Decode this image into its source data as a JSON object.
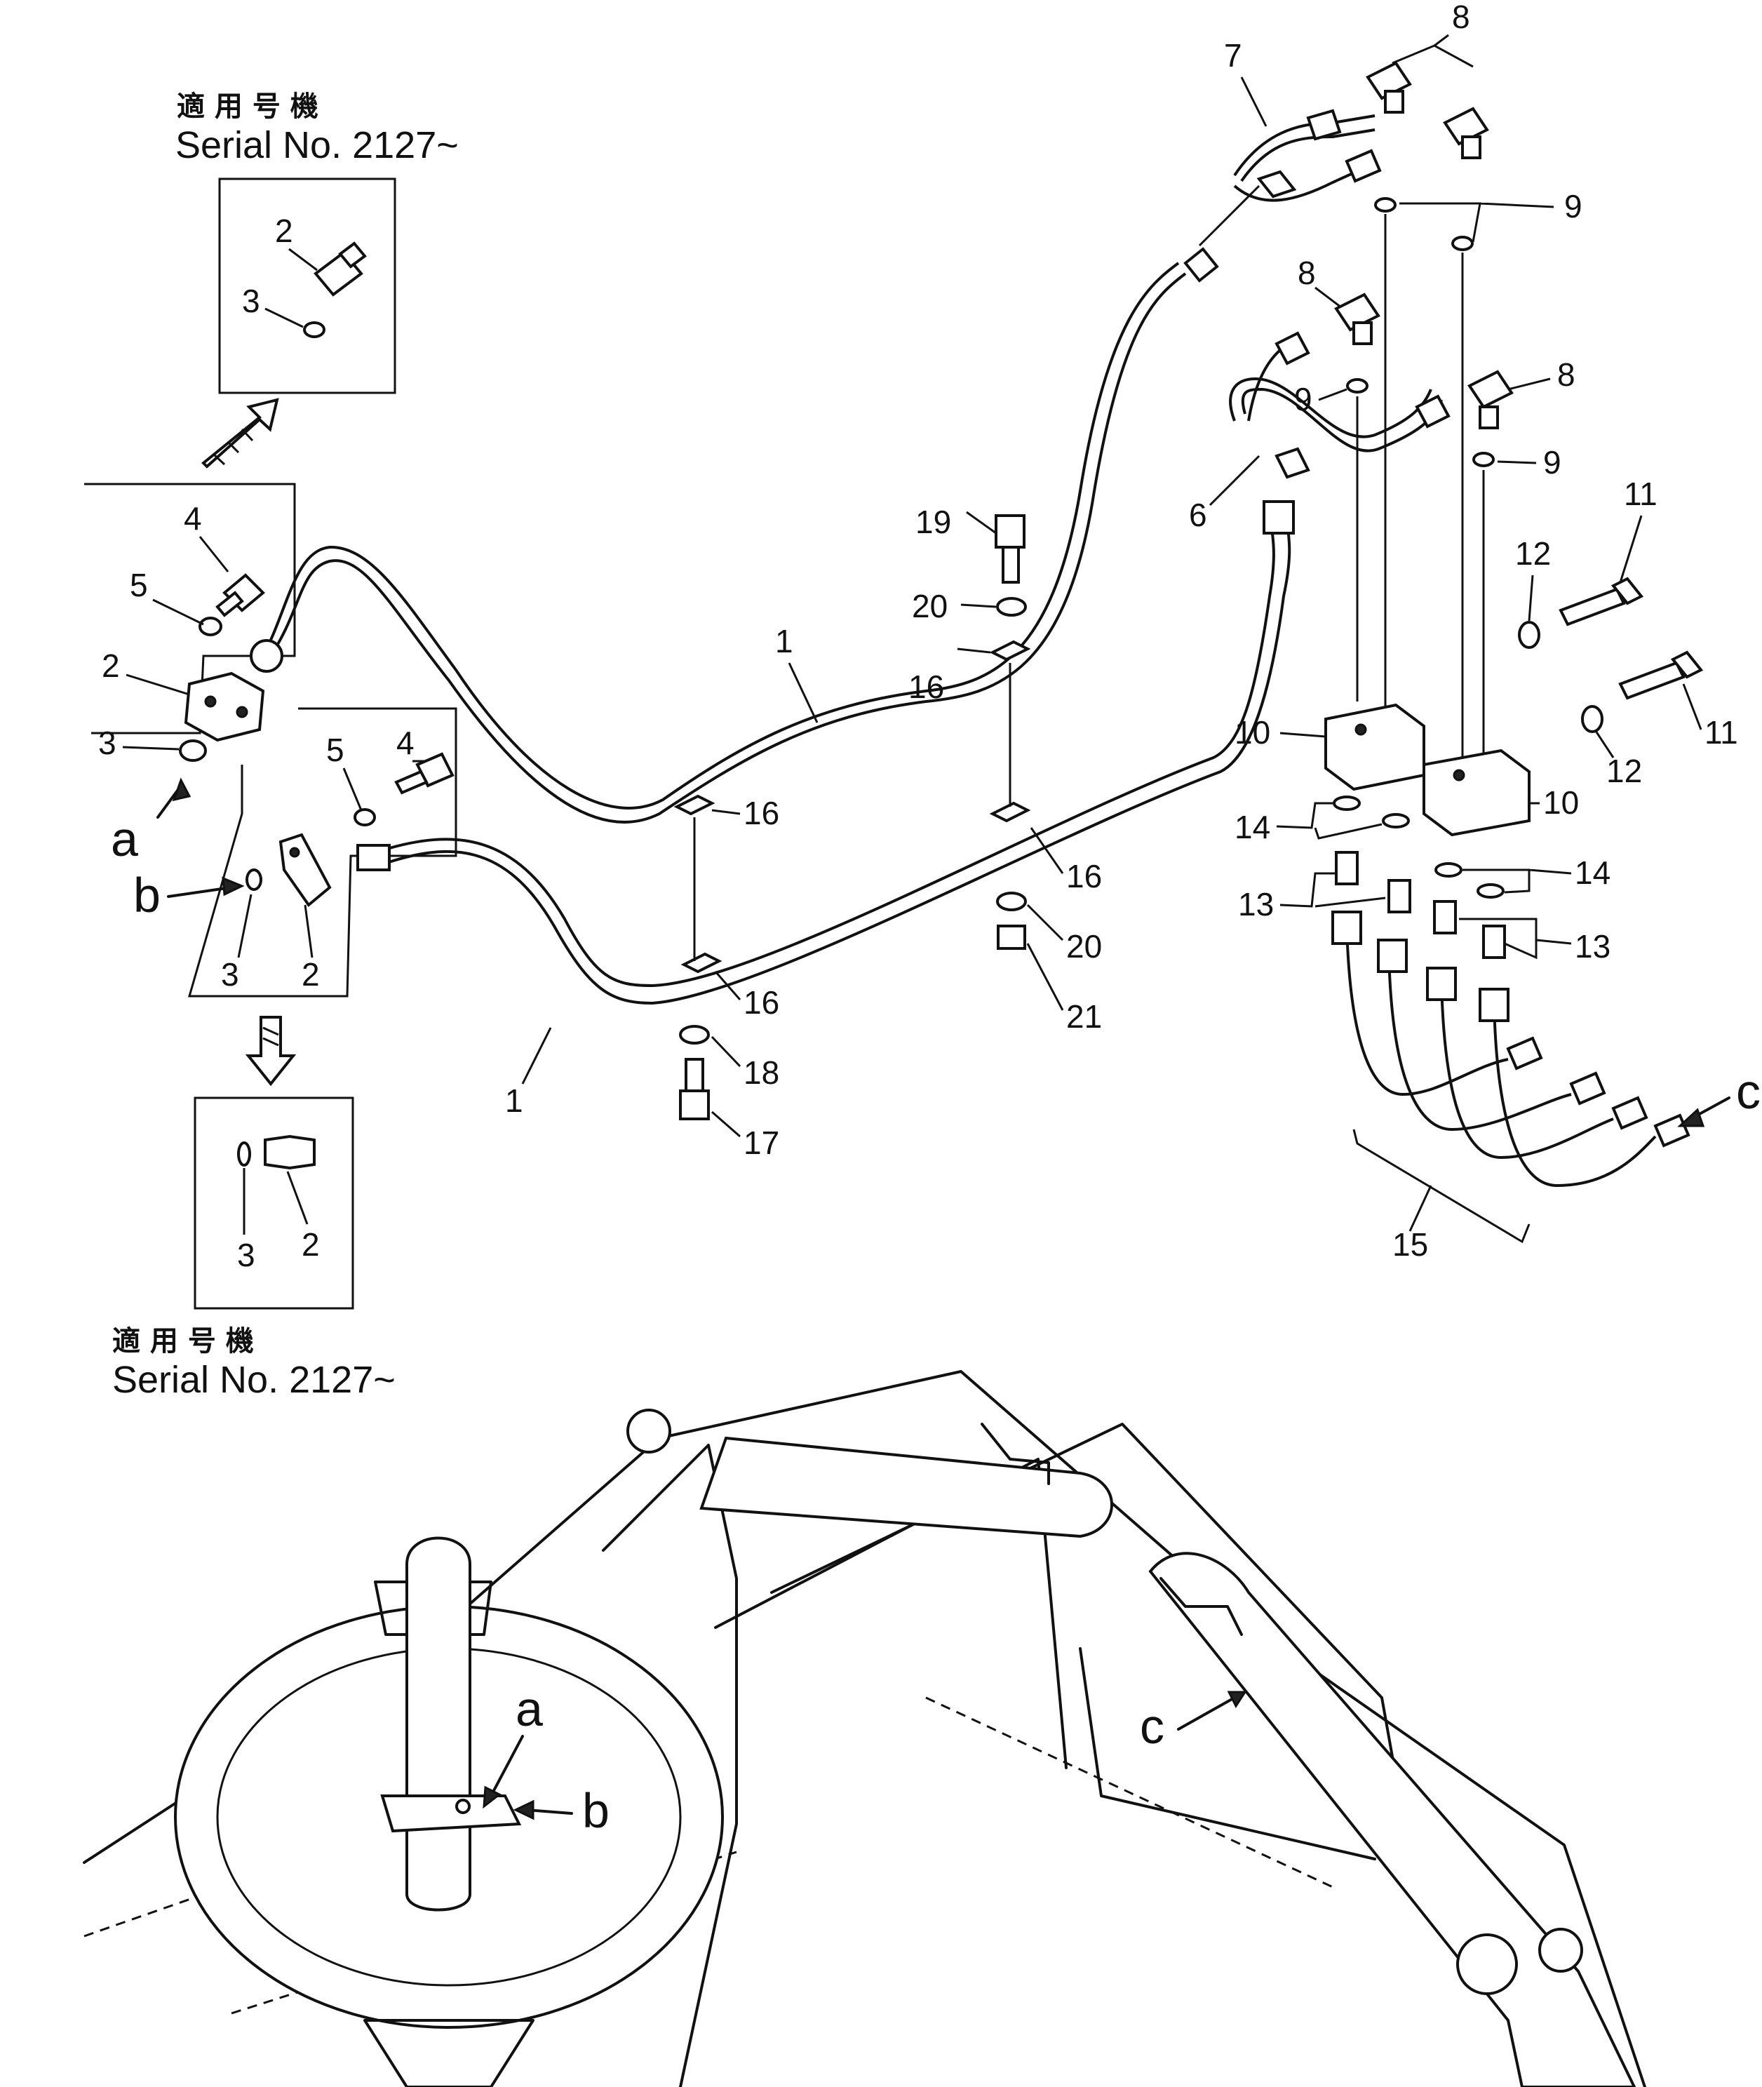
{
  "header_top": {
    "japanese": "適 用 号 機",
    "serial": "Serial No. 2127~"
  },
  "header_bottom": {
    "japanese": "適 用 号 機",
    "serial": "Serial No. 2127~"
  },
  "callouts": {
    "n1a": "1",
    "n1b": "1",
    "n2_inset_top": "2",
    "n3_inset_top": "3",
    "n4a": "4",
    "n5a": "5",
    "n2a": "2",
    "n3a": "3",
    "n4b": "4",
    "n5b": "5",
    "n3b": "3",
    "n2b": "2",
    "n2_inset_bottom": "2",
    "n3_inset_bottom": "3",
    "n6": "6",
    "n7": "7",
    "n8_top": "8",
    "n8_mid": "8",
    "n8_right": "8",
    "n9_top": "9",
    "n9_mid": "9",
    "n9_right": "9",
    "n10a": "10",
    "n10b": "10",
    "n11a": "11",
    "n11b": "11",
    "n12a": "12",
    "n12b": "12",
    "n13a": "13",
    "n13b": "13",
    "n14a": "14",
    "n14b": "14",
    "n15": "15",
    "n16a": "16",
    "n16b": "16",
    "n16c": "16",
    "n16d": "16",
    "n17": "17",
    "n18": "18",
    "n19": "19",
    "n20a": "20",
    "n20b": "20",
    "n21": "21"
  },
  "refs": {
    "a_detail": "a",
    "b_detail": "b",
    "c_detail": "c",
    "a_machine": "a",
    "b_machine": "b",
    "c_machine": "c"
  }
}
